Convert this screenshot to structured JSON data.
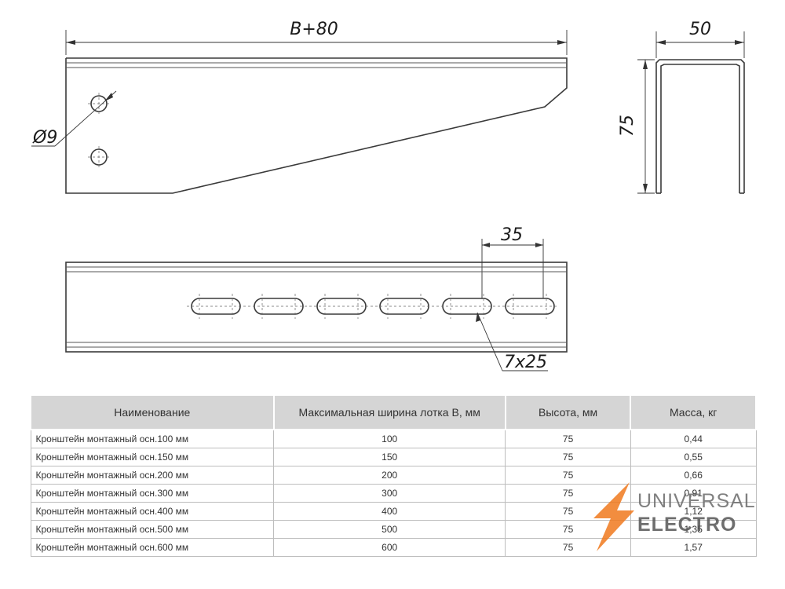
{
  "drawing": {
    "dim_length": "B+80",
    "dim_width": "50",
    "dim_height": "75",
    "dim_hole": "Ø9",
    "dim_pitch": "35",
    "dim_slot": "7x25"
  },
  "table": {
    "headers": [
      "Наименование",
      "Максимальная ширина лотка B, мм",
      "Высота, мм",
      "Масса, кг"
    ],
    "rows": [
      [
        "Кронштейн монтажный осн.100 мм",
        "100",
        "75",
        "0,44"
      ],
      [
        "Кронштейн монтажный осн.150 мм",
        "150",
        "75",
        "0,55"
      ],
      [
        "Кронштейн монтажный осн.200 мм",
        "200",
        "75",
        "0,66"
      ],
      [
        "Кронштейн монтажный осн.300 мм",
        "300",
        "75",
        "0,91"
      ],
      [
        "Кронштейн монтажный осн.400 мм",
        "400",
        "75",
        "1,12"
      ],
      [
        "Кронштейн монтажный осн.500 мм",
        "500",
        "75",
        "1,35"
      ],
      [
        "Кронштейн монтажный осн.600 мм",
        "600",
        "75",
        "1,57"
      ]
    ]
  },
  "logo": {
    "line1": "UNIVERSAL",
    "line2": "ELECTRO",
    "icon": "lightning-bolt-icon",
    "accent_color": "#f07a1e"
  }
}
